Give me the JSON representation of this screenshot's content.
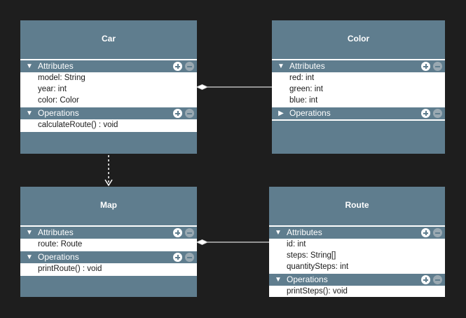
{
  "classes": {
    "car": {
      "name": "Car",
      "attributes_label": "Attributes",
      "attributes": [
        "model: String",
        "year: int",
        "color: Color"
      ],
      "operations_label": "Operations",
      "operations": [
        "calculateRoute() : void"
      ]
    },
    "color": {
      "name": "Color",
      "attributes_label": "Attributes",
      "attributes": [
        "red: int",
        "green: int",
        "blue: int"
      ],
      "operations_label": "Operations",
      "operations_collapsed": true
    },
    "map": {
      "name": "Map",
      "attributes_label": "Attributes",
      "attributes": [
        "route: Route"
      ],
      "operations_label": "Operations",
      "operations": [
        "printRoute() : void"
      ]
    },
    "route": {
      "name": "Route",
      "attributes_label": "Attributes",
      "attributes": [
        "id: int",
        "steps: String[]",
        "quantitySteps: int"
      ],
      "operations_label": "Operations",
      "operations": [
        "printSteps(): void"
      ]
    }
  },
  "relations": [
    {
      "type": "aggregation",
      "from": "car",
      "to": "color"
    },
    {
      "type": "dependency",
      "from": "car",
      "to": "map"
    },
    {
      "type": "aggregation",
      "from": "map",
      "to": "route"
    }
  ],
  "icons": {
    "expanded": "triangle-down-icon",
    "collapsed": "triangle-right-icon",
    "add": "plus-circle-icon",
    "remove": "minus-circle-icon"
  },
  "colors": {
    "background": "#1e1e1e",
    "class_fill": "#5f7d8e",
    "text_light": "#ffffff",
    "compartment": "#ffffff",
    "connector": "#d9d9d9"
  }
}
